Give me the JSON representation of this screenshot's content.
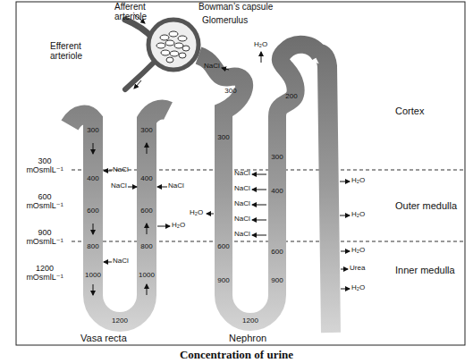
{
  "diagram": {
    "caption": "Concentration of urine",
    "labels": [
      "Afferent arteriole",
      "Bowman’s capsule",
      "Glomerulus",
      "Efferent arteriole",
      "NaCl",
      "H₂O",
      "Cortex",
      "Outer medulla",
      "Inner medulla",
      "300 mOsmlL⁻¹",
      "600 mOsmlL⁻¹",
      "900 mOsmlL⁻¹",
      "1200 mOsmlL⁻¹",
      "300",
      "400",
      "600",
      "800",
      "1000",
      "1200",
      "1000",
      "800",
      "600",
      "400",
      "300",
      "NaCl",
      "NaCl",
      "NaCl",
      "H₂O",
      "NaCl",
      "300",
      "600",
      "900",
      "1200",
      "300",
      "400",
      "600",
      "900",
      "NaCl",
      "NaCl",
      "NaCl",
      "NaCl",
      "NaCl",
      "H₂O",
      "H₂O",
      "H₂O",
      "H₂O",
      "H₂O",
      "Urea",
      "300",
      "200",
      "Vasa recta",
      "Nephron"
    ]
  }
}
